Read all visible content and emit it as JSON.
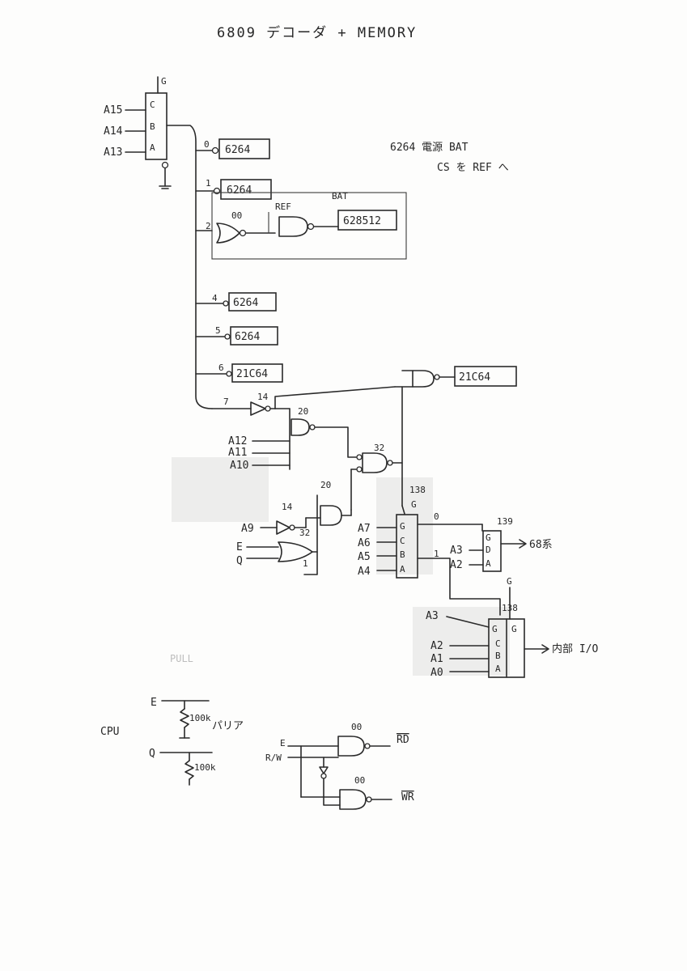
{
  "title": "6809 デコーダ + MEMORY",
  "note": {
    "line1": "6264 電源 BAT",
    "line2": "CS を REF へ"
  },
  "main_decoder": {
    "pin_g": "G",
    "inputs": [
      "A15",
      "A14",
      "A13"
    ],
    "pin_labels": [
      "C",
      "B",
      "A"
    ]
  },
  "outputs": [
    "0",
    "1",
    "2",
    "4",
    "5",
    "6",
    "7"
  ],
  "memories": [
    "6264",
    "6264",
    "628512",
    "6264",
    "6264",
    "21C64",
    "21C64"
  ],
  "ref_label": "REF",
  "bat_label": "BAT",
  "gate_labels": {
    "g00_top": "00",
    "g14_a": "14",
    "g20_a": "20",
    "g32_a": "32",
    "g20_b": "20",
    "g14_b": "14",
    "g32_b": "32",
    "g00_rd": "00",
    "g00_wr": "00"
  },
  "address_inputs_a": [
    "A12",
    "A11",
    "A10"
  ],
  "address_inputs_b": [
    "A9",
    "E",
    "Q"
  ],
  "misc_1": "1",
  "dec138_a": {
    "part": "138",
    "g": "G",
    "inputs": [
      "A7",
      "A6",
      "A5",
      "A4"
    ],
    "pins": [
      "G",
      "C",
      "B",
      "A"
    ],
    "out0": "0",
    "out1": "1"
  },
  "dec139": {
    "part": "139",
    "pins": [
      "G",
      "D",
      "A"
    ],
    "inputs": [
      "A3",
      "A2"
    ],
    "output": "68系"
  },
  "dec138_b": {
    "part": "138",
    "g_top": "G",
    "inputs": [
      "A3",
      "A2",
      "A1",
      "A0"
    ],
    "pins": [
      "G",
      "C",
      "B",
      "A"
    ],
    "g_right": "G",
    "output": "内部 I/O"
  },
  "pullup": {
    "e": "E",
    "q": "Q",
    "r1": "100k",
    "r2": "100k",
    "label": "パリア",
    "cpu": "CPU"
  },
  "rw": {
    "e": "E",
    "rw": "R/W",
    "rd": "RD",
    "wr": "WR"
  },
  "faint_text": {
    "pull": "PULL   ",
    "sub": "  "
  }
}
